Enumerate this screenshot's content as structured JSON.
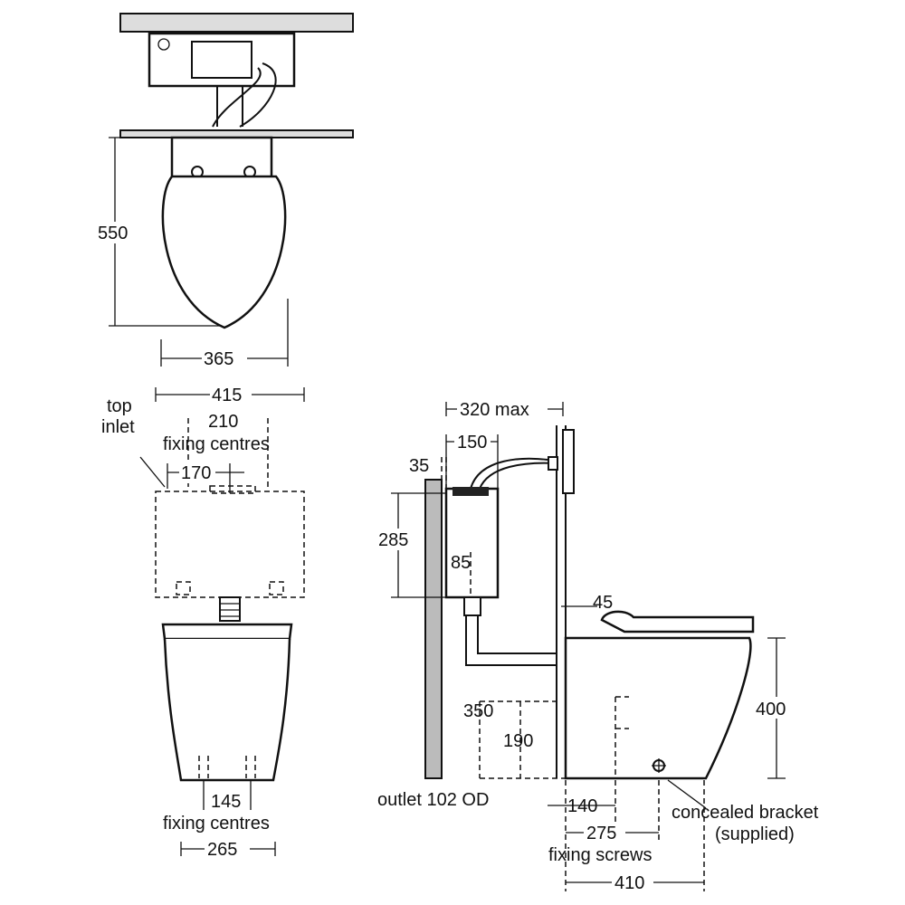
{
  "plan_view": {
    "depth": "550",
    "width": "365"
  },
  "front_view": {
    "cistern_width": "415",
    "top_inlet_line1": "top",
    "top_inlet_line2": "inlet",
    "fixing_centres_top": "210",
    "fixing_centres_top_label": "fixing centres",
    "inlet_offset": "170",
    "fixing_centres_bottom": "145",
    "fixing_centres_bottom_label": "fixing centres",
    "base_width": "265"
  },
  "side_view": {
    "max_depth": "320 max",
    "cistern_depth": "150",
    "wall_gap": "35",
    "cistern_height": "285",
    "outlet_offset": "85",
    "seat_offset": "45",
    "pan_height": "400",
    "outlet_height": "350",
    "outlet_centre": "190",
    "outlet_label": "outlet 102 OD",
    "screw_offset": "140",
    "bracket_label_line1": "concealed bracket",
    "bracket_label_line2": "(supplied)",
    "screw_distance": "275",
    "screw_label": "fixing screws",
    "pan_length": "410"
  }
}
